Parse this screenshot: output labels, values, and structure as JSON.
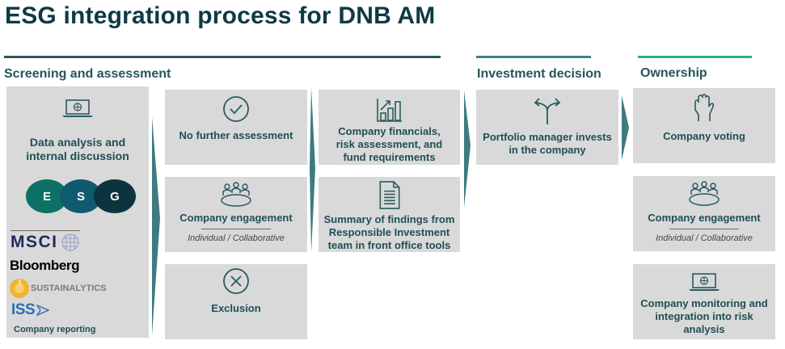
{
  "title": "ESG integration process for DNB AM",
  "colors": {
    "title": "#0e3a44",
    "section_label": "#25555b",
    "rule_screening": "#2a5a5e",
    "rule_investment": "#3e8287",
    "rule_ownership": "#2bb17f",
    "box_bg": "#d9d9d9",
    "arrow": "#3e7b80",
    "esg_e": "#0c7066",
    "esg_s": "#0f5a6e",
    "esg_g": "#0c343f"
  },
  "sections": {
    "screening": {
      "label": "Screening and assessment"
    },
    "investment": {
      "label": "Investment decision"
    },
    "ownership": {
      "label": "Ownership"
    }
  },
  "data_box": {
    "icon": "laptop-globe-icon",
    "label": "Data analysis and internal discussion",
    "esg": [
      "E",
      "S",
      "G"
    ],
    "sources": [
      "MSCI",
      "Bloomberg",
      "SUSTAINALYTICS",
      "ISS"
    ],
    "footer": "Company reporting"
  },
  "outcomes": [
    {
      "icon": "check-circle-icon",
      "label": "No further assessment"
    },
    {
      "icon": "meeting-table-icon",
      "label": "Company engagement",
      "sub": "Individual / Collaborative"
    },
    {
      "icon": "x-circle-icon",
      "label": "Exclusion"
    }
  ],
  "inputs": [
    {
      "icon": "bar-chart-growth-icon",
      "label": "Company financials, risk assessment, and fund requirements"
    },
    {
      "icon": "document-icon",
      "label": "Summary of findings from Responsible Investment team in front office tools"
    }
  ],
  "decision": {
    "icon": "split-arrow-icon",
    "label": "Portfolio manager invests in the company"
  },
  "ownership_items": [
    {
      "icon": "raised-hand-icon",
      "label": "Company voting"
    },
    {
      "icon": "meeting-table-icon",
      "label": "Company engagement",
      "sub": "Individual / Collaborative"
    },
    {
      "icon": "laptop-globe-icon",
      "label": "Company monitoring and integration into risk analysis"
    }
  ]
}
